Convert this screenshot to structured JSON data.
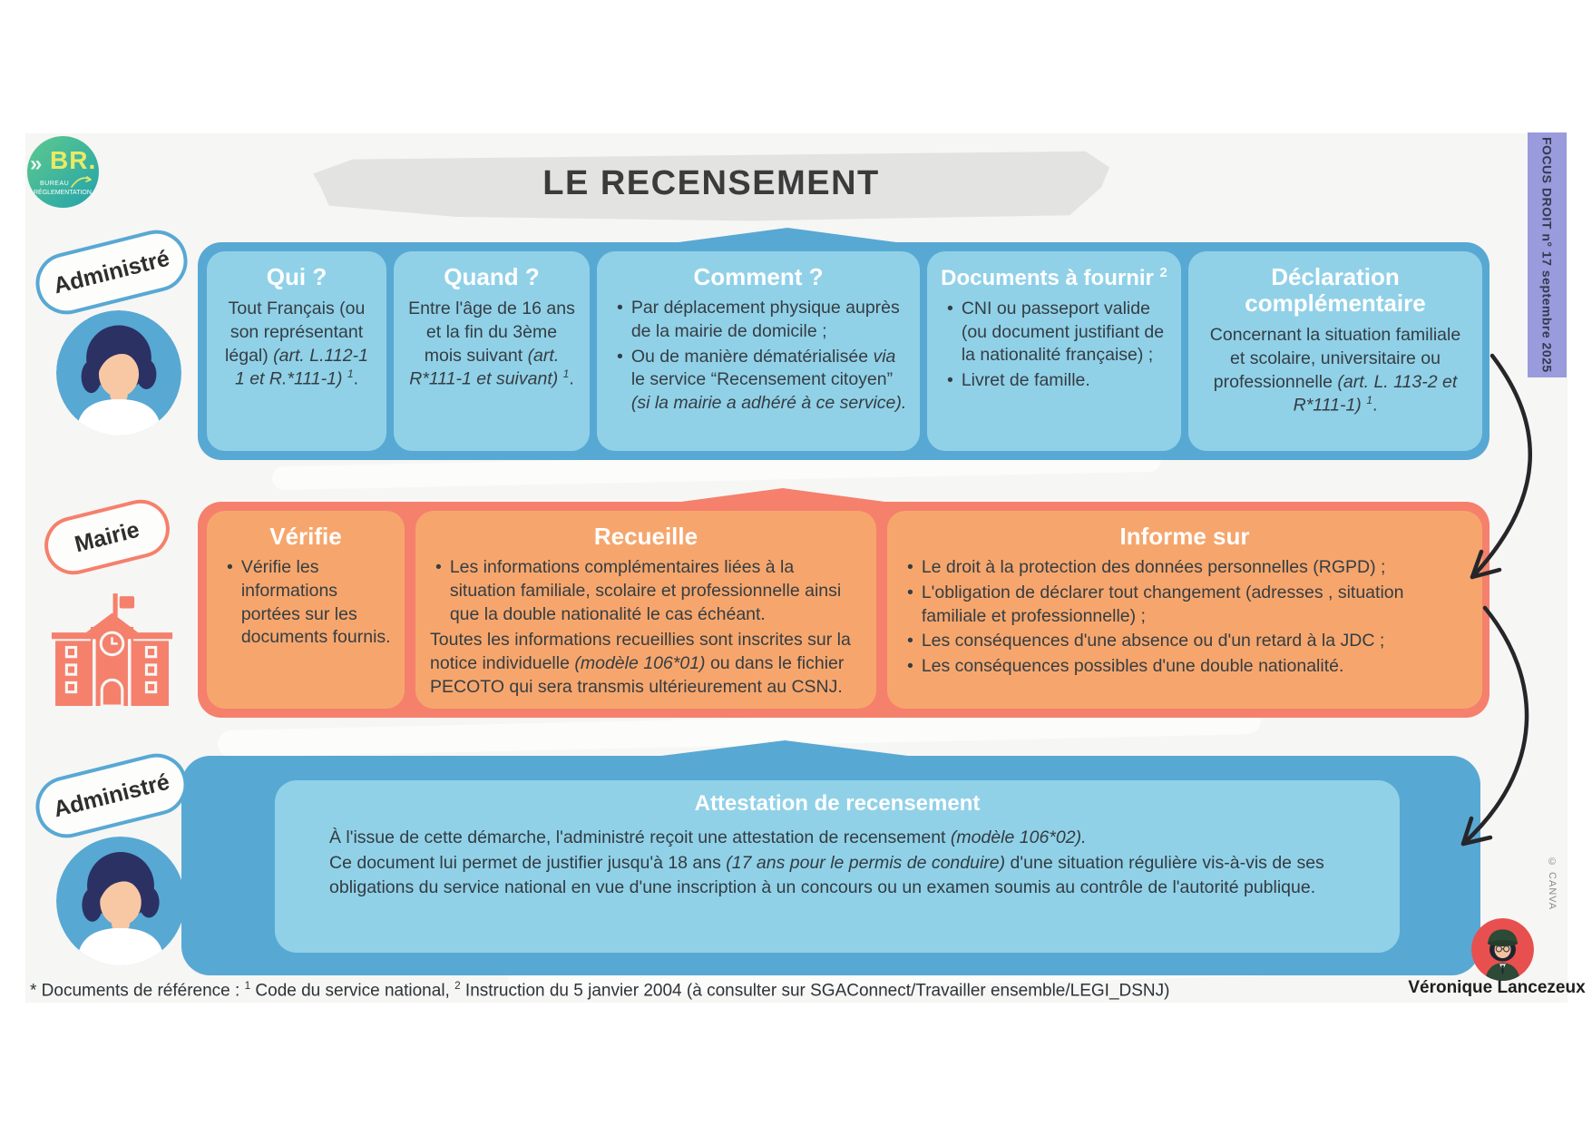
{
  "page": {
    "title": "LE RECENSEMENT",
    "banner": "FOCUS DROIT n° 17 septembre 2025",
    "canva": "© CANVA",
    "author": "Véronique Lancezeux",
    "footnote": [
      {
        "t": "* Documents de référence : "
      },
      {
        "t": "1",
        "sup": true
      },
      {
        "t": " Code du service national, "
      },
      {
        "t": "2",
        "sup": true
      },
      {
        "t": " Instruction du 5 janvier 2004 (à consulter sur SGAConnect/Travailler ensemble/LEGI_DSNJ)"
      }
    ]
  },
  "logo": {
    "initials": "BR.",
    "line1": "BUREAU",
    "line2": "RÉGLEMENTATION"
  },
  "icons": {
    "logo_chevron": "»",
    "bullet": "•"
  },
  "colors": {
    "blue_container": "#58a8d4",
    "blue_box": "#90d1e8",
    "coral_container": "#f5806c",
    "orange_box": "#f6a66d",
    "purple_banner": "#999bdc",
    "sheet_bg": "#f6f6f4",
    "text_dark": "#353d42",
    "red_avatar": "#e8504f"
  },
  "row1": {
    "label": "Administré",
    "boxes": [
      {
        "title": [
          {
            "t": "Qui ?"
          }
        ],
        "blocks": [
          {
            "seg": [
              {
                "t": "Tout Français (ou son représentant légal) "
              },
              {
                "t": "(art. L.112-1 1 et R.*111-1)",
                "i": true
              },
              {
                "t": " ",
                "i": true
              },
              {
                "t": "1",
                "sup": true,
                "i": true
              },
              {
                "t": "."
              }
            ]
          }
        ]
      },
      {
        "title": [
          {
            "t": "Quand ?"
          }
        ],
        "blocks": [
          {
            "seg": [
              {
                "t": "Entre l'âge de 16 ans et la fin du 3ème mois suivant "
              },
              {
                "t": "(art. R*111-1 et suivant)",
                "i": true
              },
              {
                "t": " ",
                "i": true
              },
              {
                "t": "1",
                "sup": true,
                "i": true
              },
              {
                "t": "."
              }
            ]
          }
        ]
      },
      {
        "title": [
          {
            "t": "Comment ?"
          }
        ],
        "blocks": [
          {
            "li": true,
            "seg": [
              {
                "t": "Par déplacement physique auprès de la mairie de domicile ;"
              }
            ]
          },
          {
            "li": true,
            "seg": [
              {
                "t": "Ou de manière dématérialisée "
              },
              {
                "t": "via",
                "i": true
              },
              {
                "t": " le service “Recensement citoyen” "
              },
              {
                "t": "(si la mairie a adhéré à ce service).",
                "i": true
              }
            ]
          }
        ]
      },
      {
        "title": [
          {
            "t": "Documents à fournir "
          },
          {
            "t": "2",
            "sup": true
          }
        ],
        "blocks": [
          {
            "li": true,
            "seg": [
              {
                "t": "CNI ou passeport valide (ou document justifiant de la nationalité française) ;"
              }
            ]
          },
          {
            "li": true,
            "seg": [
              {
                "t": "Livret de famille."
              }
            ]
          }
        ]
      },
      {
        "title": [
          {
            "t": "Déclaration complémentaire"
          }
        ],
        "blocks": [
          {
            "seg": [
              {
                "t": "Concernant la situation familiale et scolaire, universitaire ou professionnelle "
              },
              {
                "t": "(art. L. 113-2 et R*111-1)",
                "i": true
              },
              {
                "t": " ",
                "i": true
              },
              {
                "t": "1",
                "sup": true,
                "i": true
              },
              {
                "t": "."
              }
            ]
          }
        ]
      }
    ]
  },
  "row2": {
    "label": "Mairie",
    "boxes": [
      {
        "title": [
          {
            "t": "Vérifie"
          }
        ],
        "blocks": [
          {
            "li": true,
            "seg": [
              {
                "t": "Vérifie les informations portées sur les documents fournis."
              }
            ]
          }
        ]
      },
      {
        "title": [
          {
            "t": "Recueille"
          }
        ],
        "blocks": [
          {
            "li": true,
            "seg": [
              {
                "t": "Les informations complémentaires liées à la situation familiale, scolaire et professionnelle ainsi que la double nationalité le cas échéant."
              }
            ]
          },
          {
            "seg": [
              {
                "t": "Toutes les informations recueillies sont inscrites sur la notice individuelle "
              },
              {
                "t": "(modèle 106*01)",
                "i": true
              },
              {
                "t": " ou dans le fichier PECOTO qui sera transmis ultérieurement au CSNJ."
              }
            ]
          }
        ]
      },
      {
        "title": [
          {
            "t": "Informe sur"
          }
        ],
        "blocks": [
          {
            "li": true,
            "seg": [
              {
                "t": "Le droit à la protection des données personnelles (RGPD) ;"
              }
            ]
          },
          {
            "li": true,
            "seg": [
              {
                "t": "L'obligation de déclarer tout changement (adresses , situation familiale et professionnelle) ;"
              }
            ]
          },
          {
            "li": true,
            "seg": [
              {
                "t": "Les conséquences d'une absence ou d'un retard à la JDC ;"
              }
            ]
          },
          {
            "li": true,
            "seg": [
              {
                "t": "Les conséquences possibles d'une double nationalité."
              }
            ]
          }
        ]
      }
    ]
  },
  "row3": {
    "label": "Administré",
    "box": {
      "title": [
        {
          "t": "Attestation de recensement"
        }
      ],
      "blocks": [
        {
          "seg": [
            {
              "t": "À l'issue de cette démarche, l'administré reçoit une attestation de recensement "
            },
            {
              "t": "(modèle 106*02).",
              "i": true
            },
            {
              "t": "\nCe document lui permet de justifier jusqu'à 18 ans "
            },
            {
              "t": "(17 ans pour le permis de conduire)",
              "i": true
            },
            {
              "t": " d'une situation régulière vis-à-vis de ses obligations du service national en vue d'une inscription à un concours ou un examen soumis au contrôle de l'autorité publique."
            }
          ]
        }
      ]
    }
  }
}
